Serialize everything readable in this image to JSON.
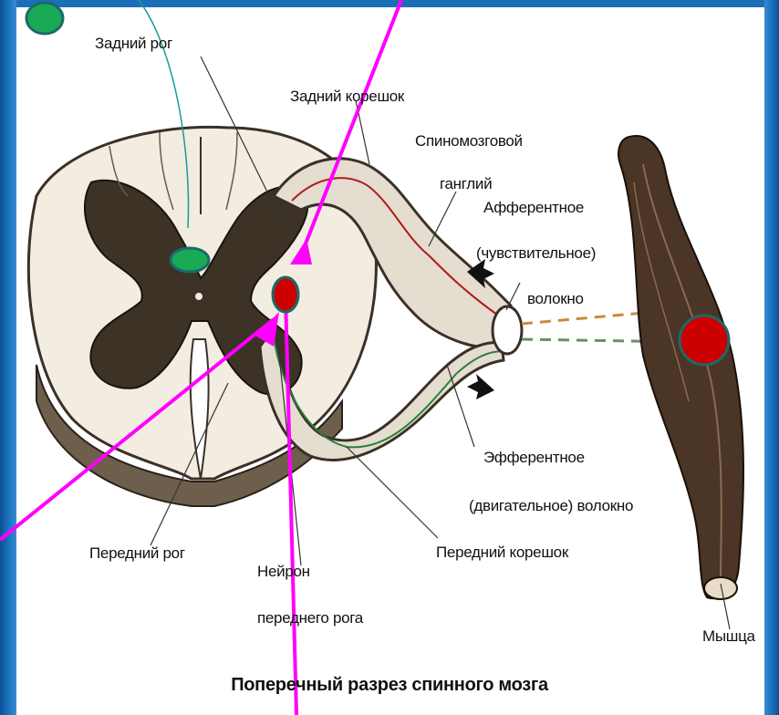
{
  "labels": {
    "dorsal_horn": "Задний рог",
    "dorsal_root": "Задний корешок",
    "ganglion_line1": "Спиномозговой",
    "ganglion_line2": "ганглий",
    "afferent_line1": "Афферентное",
    "afferent_line2": "(чувствительное)",
    "afferent_line3": "волокно",
    "efferent_line1": "Эфферентное",
    "efferent_line2": "(двигательное) волокно",
    "ventral_root": "Передний корешок",
    "ventral_horn": "Передний рог",
    "neuron_line1": "Нейрон",
    "neuron_line2": "переднего рога",
    "muscle": "Мышца"
  },
  "caption": "Поперечный разрез спинного мозга",
  "colors": {
    "frame_blue": "#1a6fb8",
    "pointer_magenta": "#ff00ff",
    "marker_red": "#cc0000",
    "marker_green": "#1aaa55",
    "marker_outline": "#1a6a6a",
    "thin_line_teal": "#1a9a9a"
  }
}
